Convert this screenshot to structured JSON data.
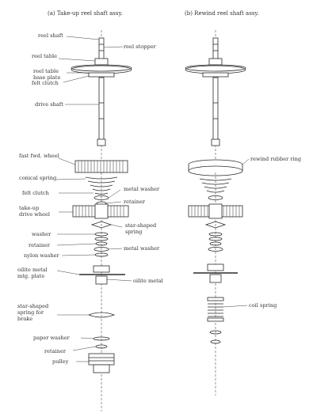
{
  "titles": {
    "a": "(a) Take-up reel shaft assy.",
    "b": "(b) Rewind reel shaft assy."
  },
  "labels_a": {
    "reel_shaft": "reel shaft",
    "reel_table": "reel table",
    "reel_stopper": "reel stopper",
    "reel_table_base_plate": "reel table\nbase plate",
    "felt_clutch_1": "felt clutch",
    "drive_shaft": "drive shaft",
    "fast_fwd_wheel": "fast fwd. wheel",
    "conical_spring": "conical spring",
    "metal_washer_1": "metal washer",
    "felt_clutch_2": "felt clutch",
    "retainer_1": "retainer",
    "take_up_drive_wheel": "take-up\ndrive wheel",
    "star_shaped_spring": "star-shaped\nspring",
    "washer": "washer",
    "retainer_2": "retainer",
    "metal_washer_2": "metal washer",
    "nylon_washer": "nylon washer",
    "oilite_metal_mtg_plate": "oilite metal\nmtg. plate",
    "oilite_metal": "oilite metal",
    "star_shaped_spring_for_brake": "star-shaped\nspring for\nbrake",
    "paper_washer": "paper washer",
    "retainer_3": "retainer",
    "pulley": "pulley"
  },
  "labels_b": {
    "rewind_rubber_ring": "rewind rubber ring",
    "coil_spring": "coil spring"
  }
}
